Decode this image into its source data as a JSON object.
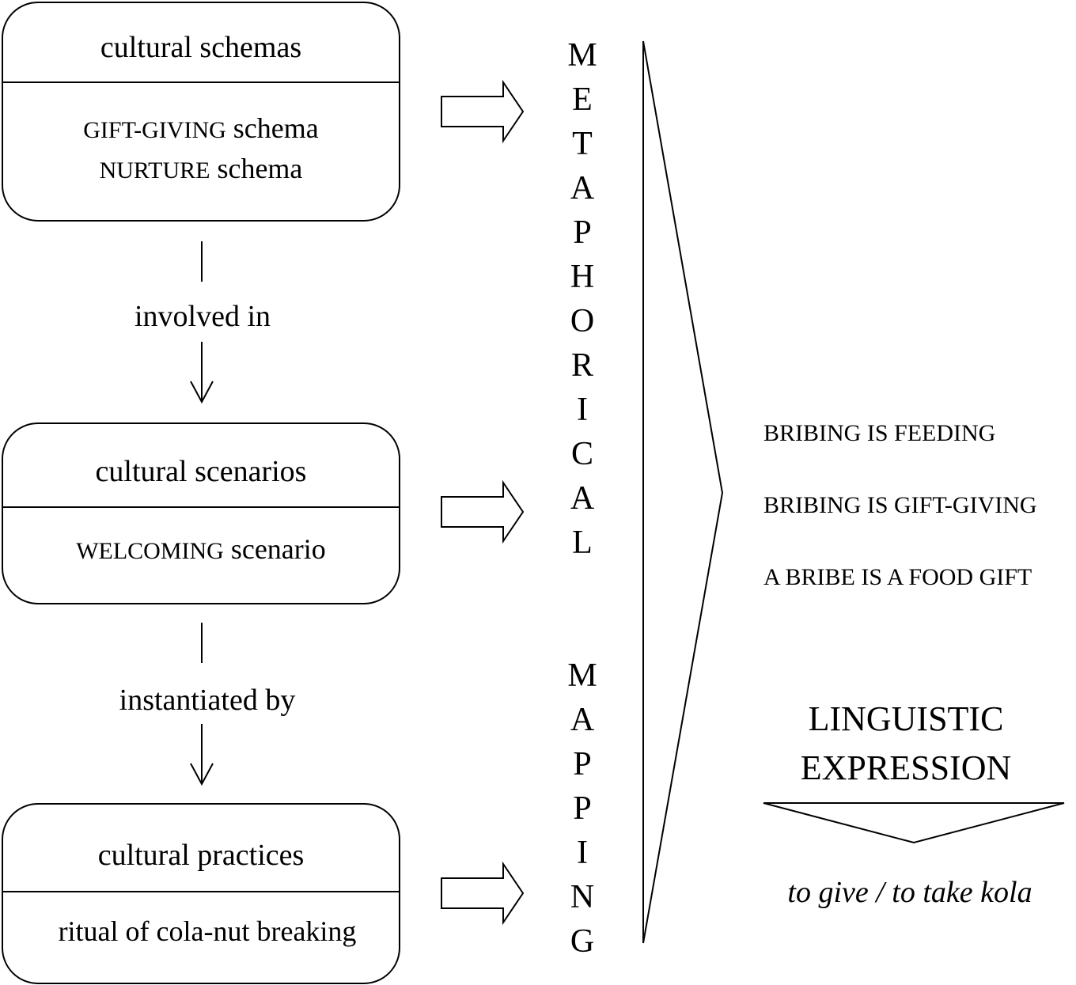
{
  "cultural_schemas": {
    "title": "cultural schemas",
    "items": [
      {
        "name": "GIFT-GIVING",
        "suffix": " schema"
      },
      {
        "name": "NURTURE",
        "suffix": " schema"
      }
    ]
  },
  "connector_1": "involved in",
  "cultural_scenarios": {
    "title": "cultural scenarios",
    "items": [
      {
        "name": "WELCOMING",
        "suffix": " scenario"
      }
    ]
  },
  "connector_2": "instantiated by",
  "cultural_practices": {
    "title": "cultural practices",
    "body": "ritual of cola-nut breaking"
  },
  "metaphorical_mapping": {
    "word1": [
      "M",
      "E",
      "T",
      "A",
      "P",
      "H",
      "O",
      "R",
      "I",
      "C",
      "A",
      "L"
    ],
    "word2": [
      "M",
      "A",
      "P",
      "P",
      "I",
      "N",
      "G"
    ]
  },
  "metaphors": [
    "BRIBING IS FEEDING",
    "BRIBING IS GIFT-GIVING",
    "A BRIBE IS A FOOD GIFT"
  ],
  "linguistic": {
    "line1": "LINGUISTIC",
    "line2": "EXPRESSION",
    "expression": "to give / to take kola"
  },
  "colors": {
    "stroke": "#000000",
    "background": "#ffffff"
  }
}
